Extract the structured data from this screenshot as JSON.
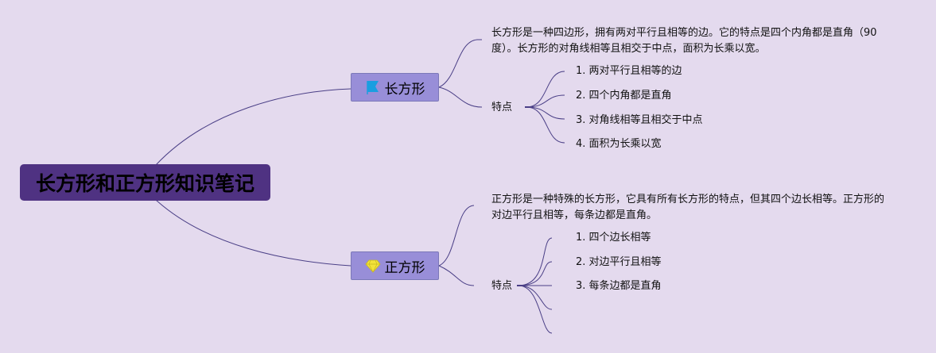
{
  "root": {
    "title": "长方形和正方形知识笔记"
  },
  "branches": [
    {
      "label": "长方形",
      "icon": "flag-icon",
      "description": "长方形是一种四边形，拥有两对平行且相等的边。它的特点是四个内角都是直角（90度）。长方形的对角线相等且相交于中点，面积为长乘以宽。",
      "features_label": "特点",
      "features": [
        "1. 两对平行且相等的边",
        "2. 四个内角都是直角",
        "3. 对角线相等且相交于中点",
        "4. 面积为长乘以宽"
      ]
    },
    {
      "label": "正方形",
      "icon": "diamond-icon",
      "description": "正方形是一种特殊的长方形，它具有所有长方形的特点，但其四个边长相等。正方形的对边平行且相等，每条边都是直角。",
      "features_label": "特点",
      "features": [
        "1. 四个边长相等",
        "2. 对边平行且相等",
        "3. 每条边都是直角",
        "",
        ""
      ]
    }
  ],
  "colors": {
    "background": "#e4daee",
    "root": "#4f3282",
    "node": "#988ed8",
    "line": "#4a3f86",
    "flag": "#1a9ee0",
    "diamond": "#f2e23a"
  }
}
